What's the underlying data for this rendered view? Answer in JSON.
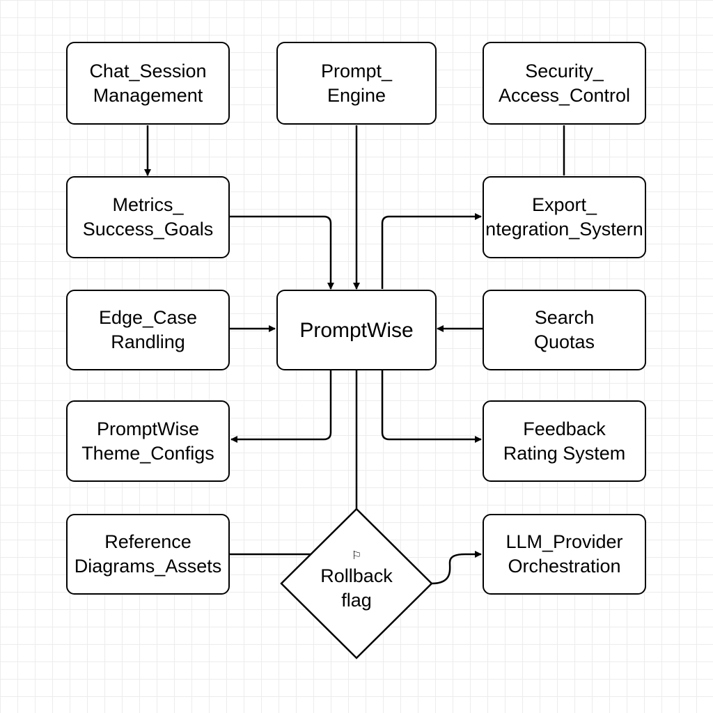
{
  "nodes": {
    "chat_session": {
      "line1": "Chat_Session",
      "line2": "Management"
    },
    "prompt_engine": {
      "line1": "Prompt_",
      "line2": "Engine"
    },
    "security": {
      "line1": "Security_",
      "line2": "Access_Control"
    },
    "metrics": {
      "line1": "Metrics_",
      "line2": "Success_Goals"
    },
    "export": {
      "line1": "Export_",
      "line2": "ntegration_Systern"
    },
    "edge_case": {
      "line1": "Edge_Case",
      "line2": "Randling"
    },
    "center": {
      "label": "PromptWise"
    },
    "search": {
      "line1": "Search",
      "line2": "Quotas"
    },
    "theme": {
      "line1": "PromptWise",
      "line2": "Theme_Configs"
    },
    "feedback": {
      "line1": "Feedback",
      "line2": "Rating System"
    },
    "reference": {
      "line1": "Reference",
      "line2": "Diagrams_Assets"
    },
    "rollback": {
      "line1": "Rollback",
      "line2": "flag",
      "icon": "flag-icon"
    },
    "llm": {
      "line1": "LLM_Provider",
      "line2": "Orchestration"
    }
  },
  "colors": {
    "stroke": "#000000",
    "grid": "#ececec",
    "background": "#ffffff"
  }
}
